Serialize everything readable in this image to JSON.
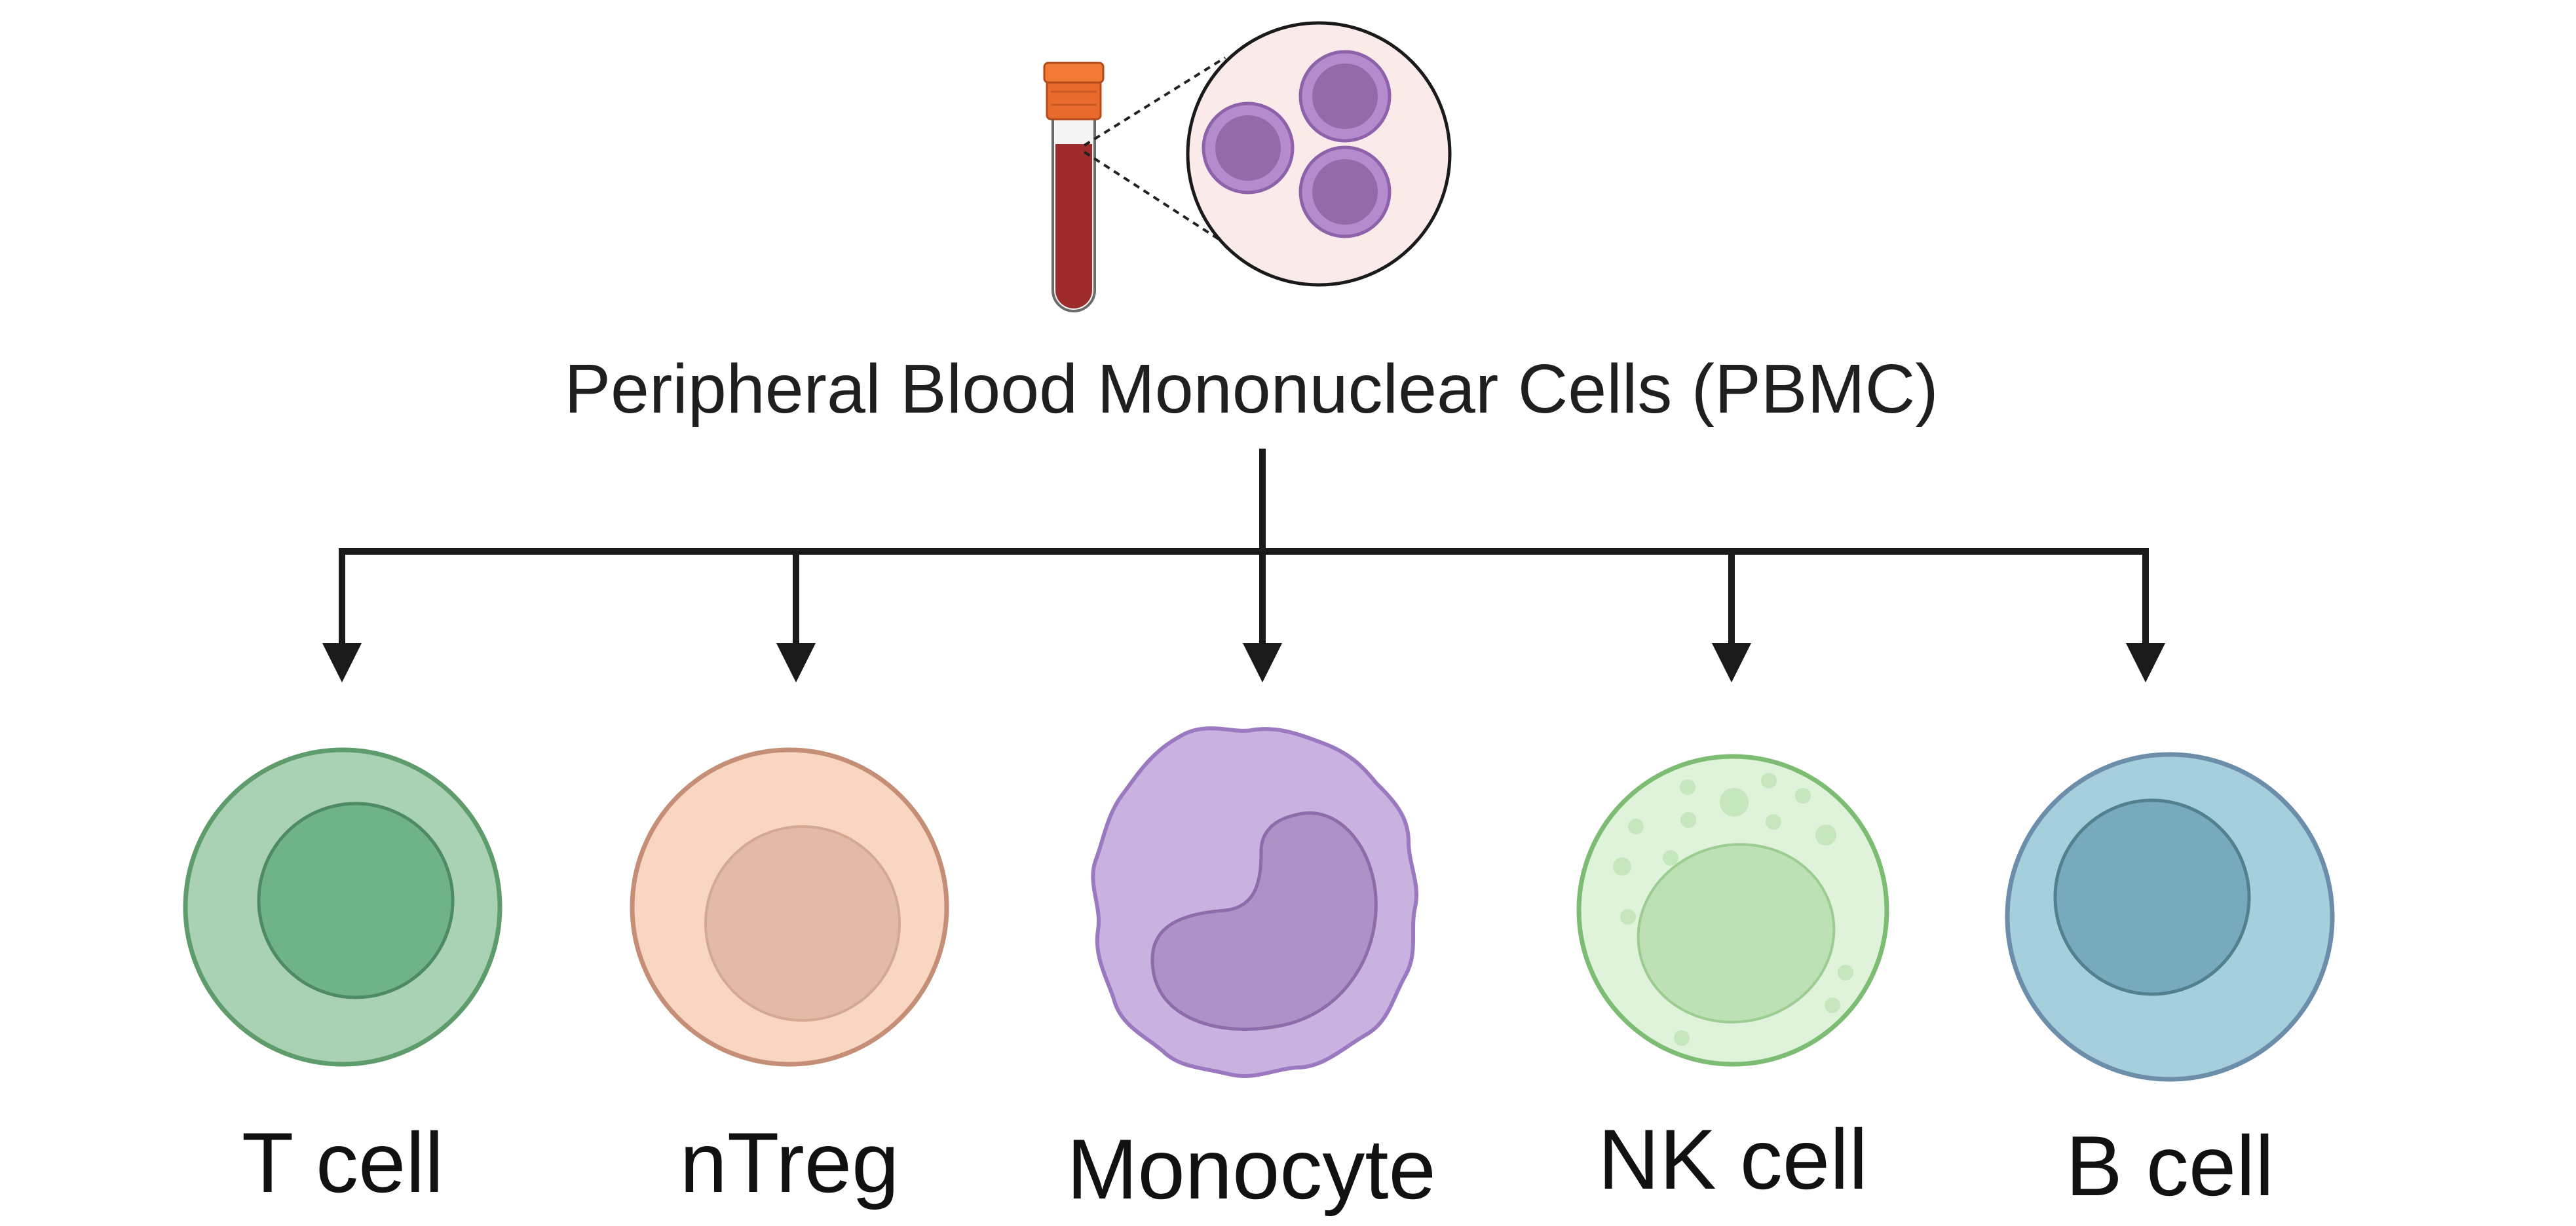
{
  "title": "Peripheral Blood Mononuclear Cells (PBMC)",
  "colors": {
    "line": "#1a1a1a",
    "tube_cap": "#e86a2c",
    "tube_blood": "#9e2c2c",
    "magnifier_bg": "#fbeaea",
    "pbmc_cell": "#a77bc0",
    "t_cell": "#a9d1b3",
    "ntreg": "#f8d6c2",
    "monocyte": "#c9b2e0",
    "nk_cell": "#dff3da",
    "b_cell": "#a5cfdb"
  },
  "cells": [
    {
      "id": "t-cell",
      "label": "T cell",
      "icon": "t-cell-icon"
    },
    {
      "id": "ntreg",
      "label": "nTreg",
      "icon": "ntreg-cell-icon"
    },
    {
      "id": "monocyte",
      "label": "Monocyte",
      "icon": "monocyte-icon"
    },
    {
      "id": "nk-cell",
      "label": "NK cell",
      "icon": "nk-cell-icon"
    },
    {
      "id": "b-cell",
      "label": "B cell",
      "icon": "b-cell-icon"
    }
  ]
}
